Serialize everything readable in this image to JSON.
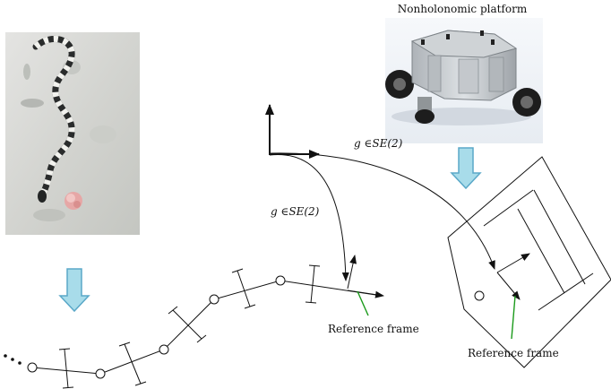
{
  "labels": {
    "platform_title": "Nonholonomic platform",
    "g_se2_right": "g ∈SE(2)",
    "g_se2_left": "g ∈SE(2)",
    "reference_frame_snake": "Reference frame",
    "reference_frame_robot": "Reference frame"
  },
  "images": {
    "snake_photo": "snake-on-rock-photo",
    "robot_photo": "nonholonomic-robot-platform-photo"
  },
  "colors": {
    "down_arrow_fill": "#a8dcea",
    "down_arrow_stroke": "#5aa8c8",
    "reference_line": "#1a9a1a",
    "ink": "#111111"
  }
}
